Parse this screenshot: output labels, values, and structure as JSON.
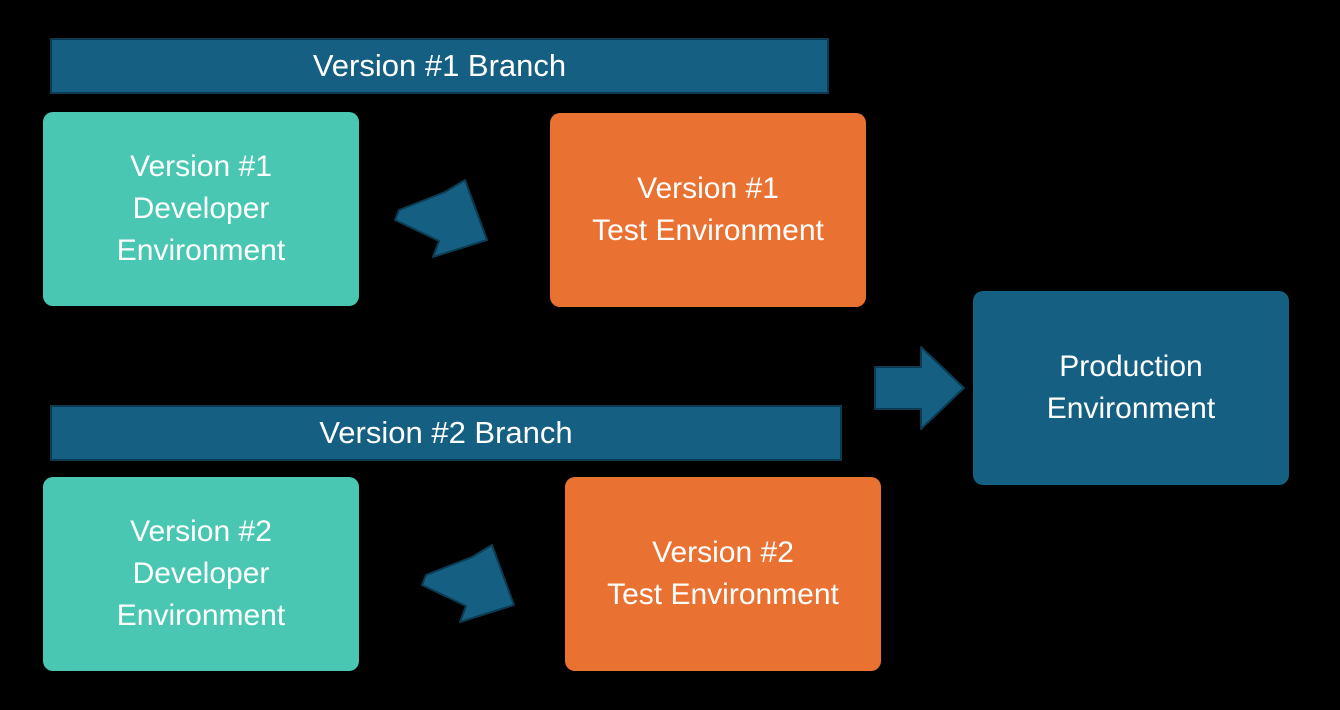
{
  "branch1": {
    "label": "Version #1 Branch"
  },
  "branch2": {
    "label": "Version #2 Branch"
  },
  "dev1": {
    "lines": [
      "Version #1",
      "Developer",
      "Environment"
    ]
  },
  "test1": {
    "lines": [
      "Version #1",
      "Test Environment"
    ]
  },
  "dev2": {
    "lines": [
      "Version #2",
      "Developer",
      "Environment"
    ]
  },
  "test2": {
    "lines": [
      "Version #2",
      "Test Environment"
    ]
  },
  "production": {
    "lines": [
      "Production",
      "Environment"
    ]
  },
  "colors": {
    "background": "#000000",
    "branch": "#155f82",
    "developer": "#4ac7b2",
    "test": "#e97132",
    "production": "#155f82",
    "arrow": "#155f82"
  }
}
